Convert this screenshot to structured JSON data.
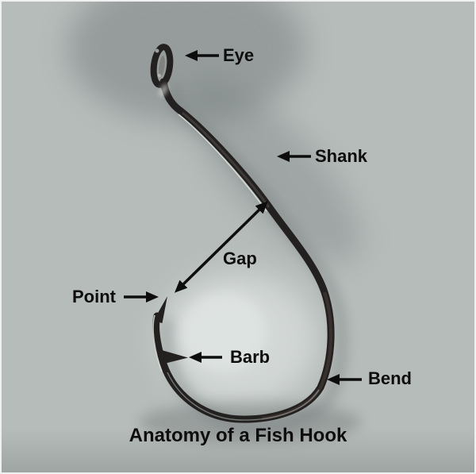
{
  "diagram": {
    "title": "Anatomy of a Fish Hook",
    "labels": {
      "eye": "Eye",
      "shank": "Shank",
      "gap": "Gap",
      "point": "Point",
      "barb": "Barb",
      "bend": "Bend"
    }
  },
  "colors": {
    "background": "#b6bcba",
    "border": "#eef1ef",
    "hook": "#232120",
    "text": "#0d0d0d",
    "arrow": "#0d0d0d"
  }
}
